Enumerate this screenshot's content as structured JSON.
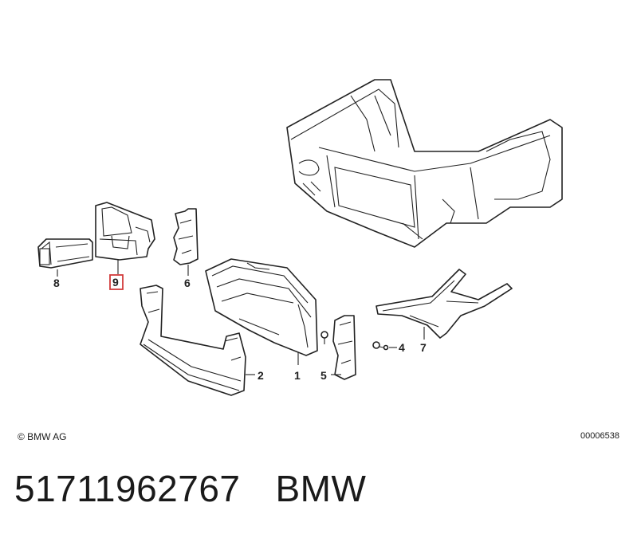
{
  "callouts": {
    "c1": "1",
    "c2": "2",
    "c4": "4",
    "c5": "5",
    "c6": "6",
    "c7": "7",
    "c8": "8",
    "c9": "9"
  },
  "highlight_color": "#d23a3a",
  "footer": {
    "copyright": "© BMW AG",
    "image_number": "00006538"
  },
  "caption": {
    "part_number": "51711962767",
    "brand": "BMW"
  }
}
